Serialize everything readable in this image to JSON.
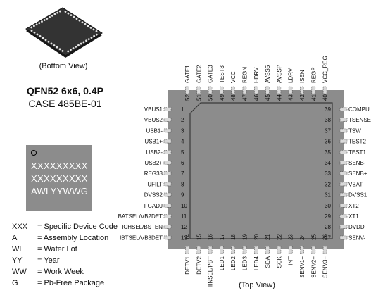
{
  "labels": {
    "bottom_view": "(Bottom View)",
    "package": "QFN52 6x6, 0.4P",
    "case": "CASE 485BE-01",
    "top_view": "(Top View)"
  },
  "marking": {
    "lines": [
      "XXXXXXXXX",
      "XXXXXXXXX",
      "AWLYYWWG"
    ]
  },
  "legend": [
    {
      "code": "XXX",
      "desc": "= Specific Device Code"
    },
    {
      "code": "A",
      "desc": "= Assembly Location"
    },
    {
      "code": "WL",
      "desc": "= Wafer Lot"
    },
    {
      "code": "YY",
      "desc": "= Year"
    },
    {
      "code": "WW",
      "desc": "= Work Week"
    },
    {
      "code": "G",
      "desc": "= Pb-Free Package"
    }
  ],
  "pins": {
    "left": [
      {
        "num": "1",
        "name": "VBUS1"
      },
      {
        "num": "2",
        "name": "VBUS2"
      },
      {
        "num": "3",
        "name": "USB1-"
      },
      {
        "num": "4",
        "name": "USB1+"
      },
      {
        "num": "5",
        "name": "USB2-"
      },
      {
        "num": "6",
        "name": "USB2+"
      },
      {
        "num": "7",
        "name": "REG33"
      },
      {
        "num": "8",
        "name": "UFILT"
      },
      {
        "num": "9",
        "name": "DVSS2"
      },
      {
        "num": "10",
        "name": "FGADJ"
      },
      {
        "num": "11",
        "name": "BATSEL/VB2DET"
      },
      {
        "num": "12",
        "name": "ICHSEL/BSTEN"
      },
      {
        "num": "13",
        "name": "IBTSEL/VB3DET"
      }
    ],
    "bottom": [
      {
        "num": "14",
        "name": "DETV1"
      },
      {
        "num": "15",
        "name": "DETV2"
      },
      {
        "num": "16",
        "name": "IINSEL/PBT"
      },
      {
        "num": "17",
        "name": "LED1"
      },
      {
        "num": "18",
        "name": "LED2"
      },
      {
        "num": "19",
        "name": "LED3"
      },
      {
        "num": "20",
        "name": "LED4"
      },
      {
        "num": "21",
        "name": "SDA"
      },
      {
        "num": "22",
        "name": "SCK"
      },
      {
        "num": "23",
        "name": "INT"
      },
      {
        "num": "24",
        "name": "SENV1+"
      },
      {
        "num": "25",
        "name": "SENV2+"
      },
      {
        "num": "26",
        "name": "SENV3+"
      }
    ],
    "right": [
      {
        "num": "39",
        "name": "COMPU"
      },
      {
        "num": "38",
        "name": "TSENSE"
      },
      {
        "num": "37",
        "name": "TSW"
      },
      {
        "num": "36",
        "name": "TEST2"
      },
      {
        "num": "35",
        "name": "TEST1"
      },
      {
        "num": "34",
        "name": "SENB-"
      },
      {
        "num": "33",
        "name": "SENB+"
      },
      {
        "num": "32",
        "name": "VBAT"
      },
      {
        "num": "31",
        "name": "DVSS1"
      },
      {
        "num": "30",
        "name": "XT2"
      },
      {
        "num": "29",
        "name": "XT1"
      },
      {
        "num": "28",
        "name": "DVDD"
      },
      {
        "num": "27",
        "name": "SENV-"
      }
    ],
    "top": [
      {
        "num": "52",
        "name": "GATE1"
      },
      {
        "num": "51",
        "name": "GATE2"
      },
      {
        "num": "50",
        "name": "GATE3"
      },
      {
        "num": "49",
        "name": "TEST3"
      },
      {
        "num": "48",
        "name": "VCC"
      },
      {
        "num": "47",
        "name": "REGN"
      },
      {
        "num": "46",
        "name": "HDRV"
      },
      {
        "num": "45",
        "name": "AVSS5"
      },
      {
        "num": "44",
        "name": "AVSSP"
      },
      {
        "num": "43",
        "name": "LDRV"
      },
      {
        "num": "42",
        "name": "ISEN"
      },
      {
        "num": "41",
        "name": "REGP"
      },
      {
        "num": "40",
        "name": "VCC_REG"
      }
    ]
  },
  "colors": {
    "package_body": "#8c8c8c",
    "package_outline": "#3a3a3a",
    "pin_pad": "#d9d9d9",
    "text": "#111111"
  }
}
